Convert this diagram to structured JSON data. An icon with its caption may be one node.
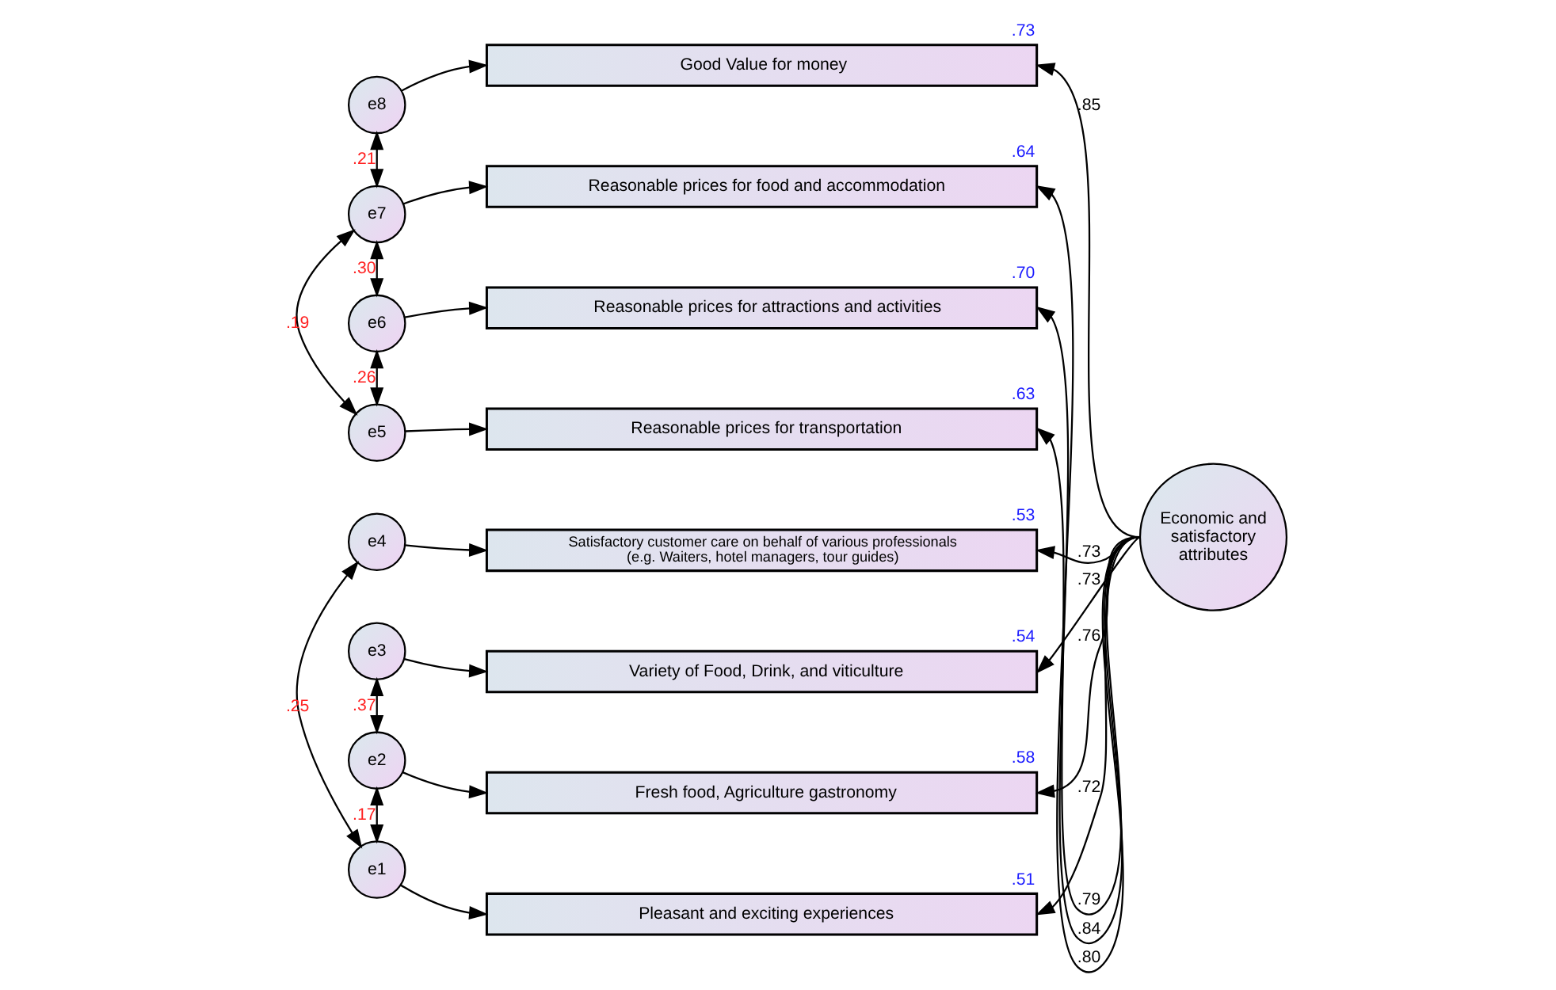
{
  "diagram": {
    "nodes": [
      {
        "text": [
          "e8"
        ]
      },
      {
        "text": [
          "e7"
        ]
      },
      {
        "text": [
          "e6"
        ]
      },
      {
        "text": [
          "e5"
        ]
      },
      {
        "text": [
          "e4"
        ]
      },
      {
        "text": [
          "e3"
        ]
      },
      {
        "text": [
          "e2"
        ]
      },
      {
        "text": [
          "e1"
        ]
      },
      {
        "text": [
          "Good Value for money"
        ],
        "beside": [
          ".73"
        ]
      },
      {
        "text": [
          "Reasonable prices for food and accommodation"
        ],
        "beside": [
          ".64"
        ]
      },
      {
        "text": [
          "Reasonable prices for attractions and activities"
        ],
        "beside": [
          ".70"
        ]
      },
      {
        "text": [
          "Reasonable prices for transportation"
        ],
        "beside": [
          ".63"
        ]
      },
      {
        "text": [
          "Satisfactory customer care on behalf of various professionals (e.g. Waiters, hotel managers, tour guides)"
        ],
        "beside": [
          ".53"
        ]
      },
      {
        "text": [
          "Variety of Food, Drink, and viticulture"
        ],
        "beside": [
          ".54"
        ]
      },
      {
        "text": [
          "Fresh food, Agriculture gastronomy"
        ],
        "beside": [
          ".58"
        ]
      },
      {
        "text": [
          "Pleasant and exciting experiences"
        ],
        "beside": [
          ".51"
        ]
      },
      {
        "text": [
          "Economic and satisfactory attributes"
        ]
      }
    ],
    "edges": [
      {
        "from": 0,
        "to": 8,
        "arrow": "to"
      },
      {
        "from": 1,
        "to": 9,
        "arrow": "to"
      },
      {
        "from": 2,
        "to": 10,
        "arrow": "to"
      },
      {
        "from": 3,
        "to": 11,
        "arrow": "to"
      },
      {
        "from": 4,
        "to": 12,
        "arrow": "to"
      },
      {
        "from": 5,
        "to": 13,
        "arrow": "to"
      },
      {
        "from": 6,
        "to": 14,
        "arrow": "to"
      },
      {
        "from": 7,
        "to": 15,
        "arrow": "to"
      },
      {
        "from": 16,
        "to": 8,
        "arrow": "to",
        "label": ".85"
      },
      {
        "from": 16,
        "to": 9,
        "arrow": "to",
        "label": ".80"
      },
      {
        "from": 16,
        "to": 10,
        "arrow": "to",
        "label": ".84"
      },
      {
        "from": 16,
        "to": 11,
        "arrow": "to",
        "label": ".79"
      },
      {
        "from": 16,
        "to": 12,
        "arrow": "to",
        "label": ".73"
      },
      {
        "from": 16,
        "to": 13,
        "arrow": "to",
        "label": ".73"
      },
      {
        "from": 16,
        "to": 14,
        "arrow": "to",
        "label": ".76"
      },
      {
        "from": 16,
        "to": 15,
        "arrow": "to",
        "label": ".72"
      },
      {
        "from": 0,
        "to": 1,
        "arrow": "both",
        "label": ".21"
      },
      {
        "from": 1,
        "to": 2,
        "arrow": "both",
        "label": ".30"
      },
      {
        "from": 1,
        "to": 3,
        "arrow": "both",
        "label": ".19"
      },
      {
        "from": 2,
        "to": 3,
        "arrow": "both",
        "label": ".26"
      },
      {
        "from": 4,
        "to": 7,
        "arrow": "both",
        "label": ".25"
      },
      {
        "from": 5,
        "to": 6,
        "arrow": "both",
        "label": ".37"
      },
      {
        "from": 6,
        "to": 7,
        "arrow": "both",
        "label": ".17"
      }
    ]
  }
}
